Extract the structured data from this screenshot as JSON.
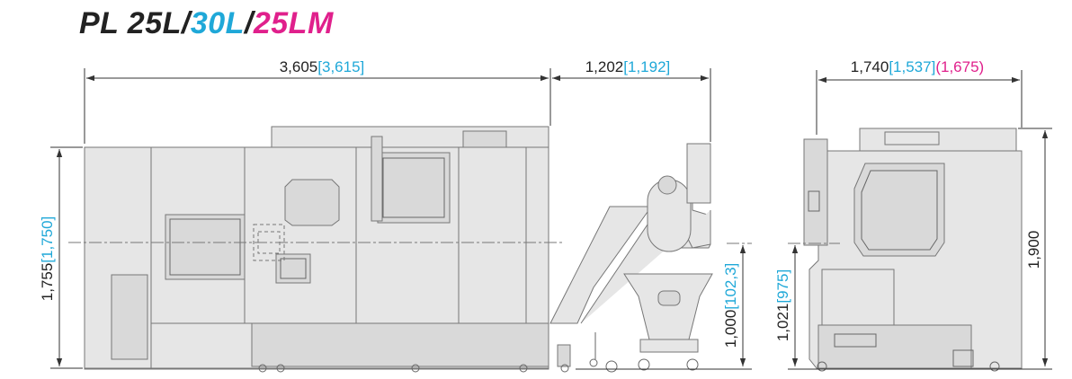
{
  "title": {
    "prefix": "PL 25L/",
    "model2": "30L",
    "sep": "/",
    "model3": "25LM"
  },
  "colors": {
    "default": "#222222",
    "bracket_blue": "#1fa8d8",
    "paren_magenta": "#e0208c",
    "machine_fill": "#e6e6e6",
    "machine_line": "#777777"
  },
  "dimensions": {
    "overall_length": {
      "main": "3,605",
      "alt": "[3,615]"
    },
    "conveyor_length": {
      "main": "1,202",
      "alt": "[1,192]"
    },
    "side_width": {
      "main": "1,740",
      "alt": "[1,537]",
      "alt2": "(1,675)"
    },
    "front_height": {
      "main": "1,755",
      "alt": "[1,750]"
    },
    "center_height": {
      "main": "1,000",
      "alt": "[102,3]"
    },
    "side_center_height": {
      "main": "1,021",
      "alt": "[975]"
    },
    "side_height": {
      "main": "1,900"
    }
  }
}
